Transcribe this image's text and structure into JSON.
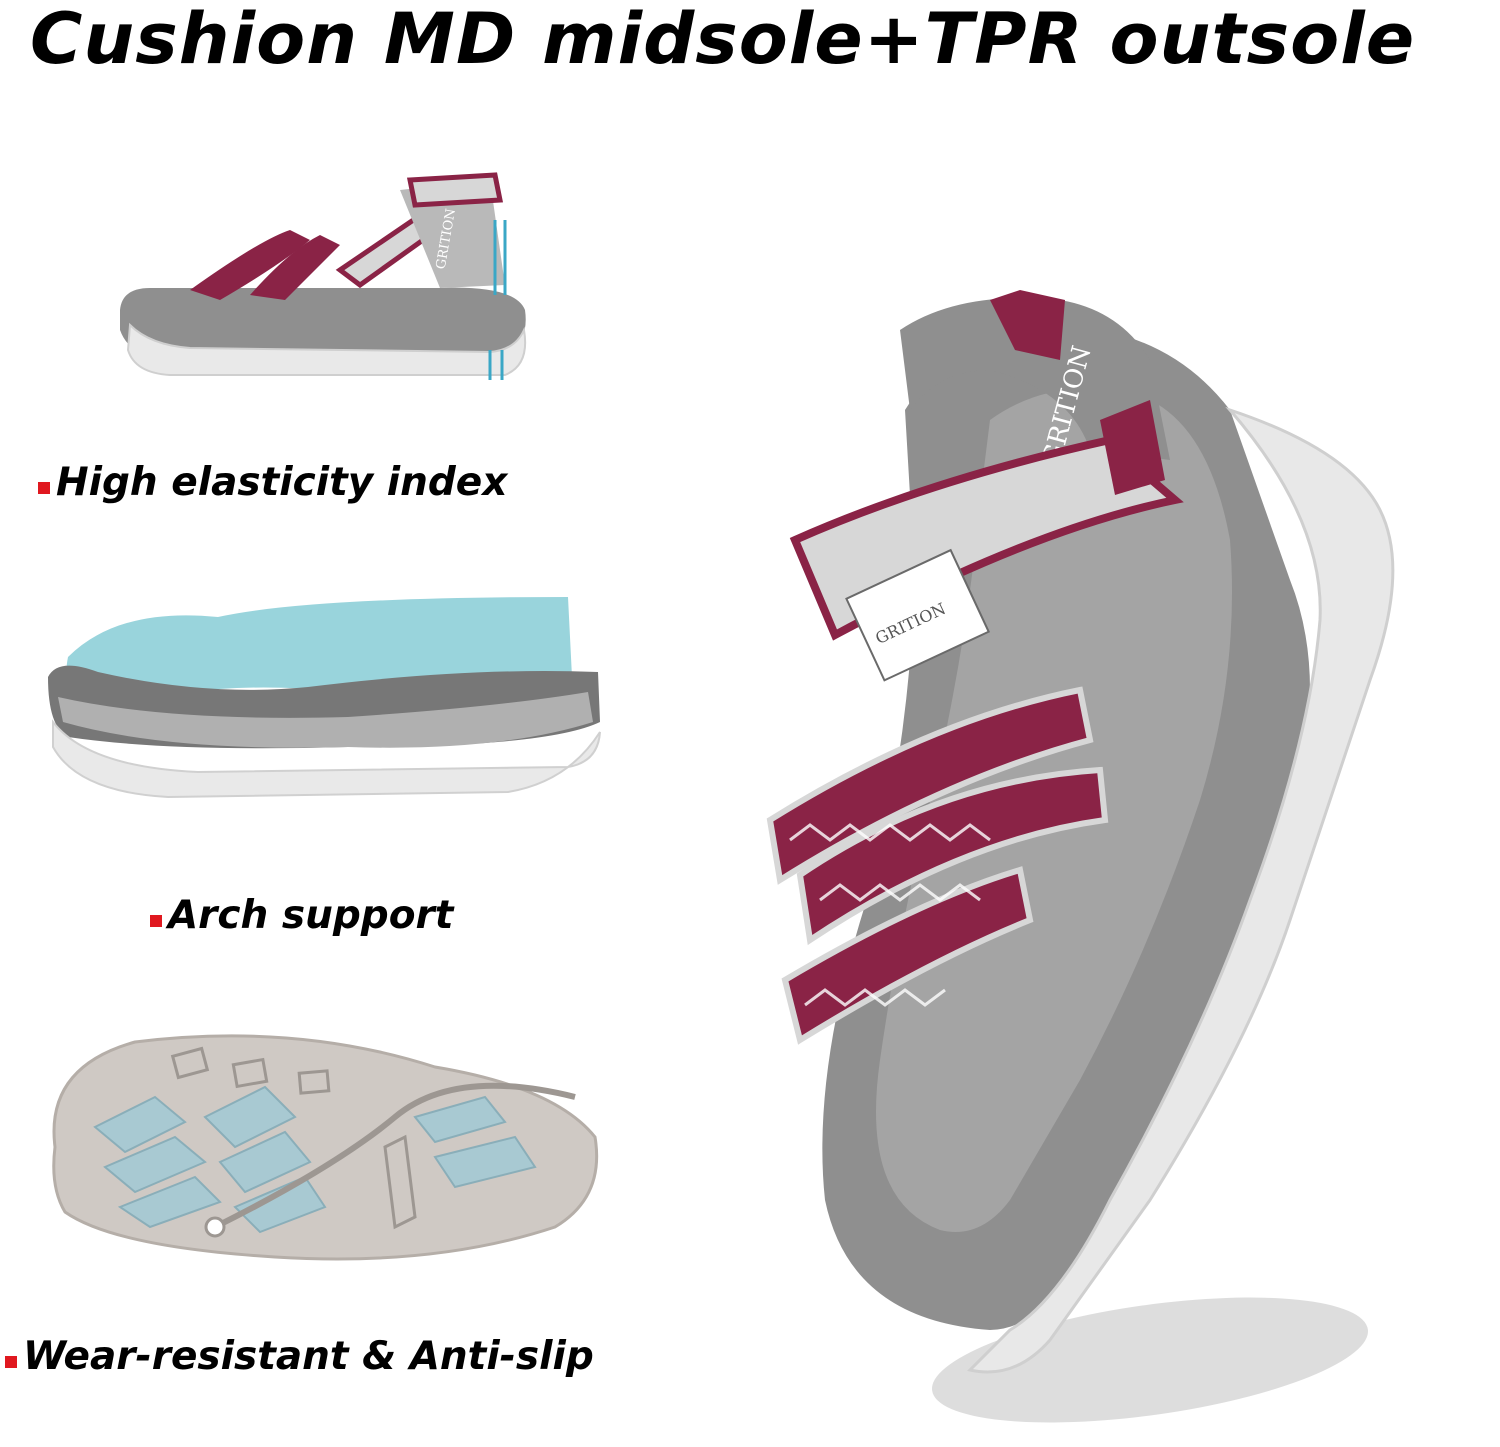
{
  "headline": "Cushion MD midsole+TPR outsole",
  "features": [
    {
      "label": "High elasticity index"
    },
    {
      "label": "Arch support"
    },
    {
      "label": "Wear-resistant & Anti-slip"
    }
  ],
  "brand": {
    "main_logo": "GRITION",
    "small_logo": "GRITION",
    "tag_text": "GRITION"
  },
  "colors": {
    "bullet": "#e0181f",
    "strap": "#8a2346",
    "strap_light": "#d7d7d7",
    "sole_gray": "#8f8f8f",
    "sole_light": "#e8e8e8",
    "foot_blue": "#8ecfd8",
    "tread_blue": "#a8c9d2"
  }
}
